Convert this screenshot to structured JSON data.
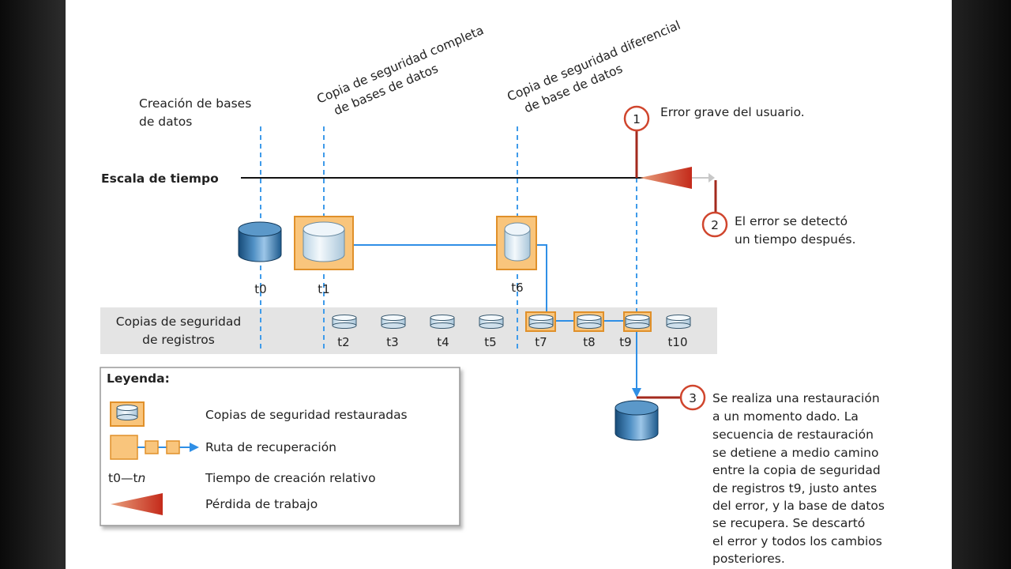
{
  "events": {
    "creation_line1": "Creación de bases",
    "creation_line2": "de datos",
    "full_line1": "Copia de seguridad completa",
    "full_line2": "de bases de datos",
    "diff_line1": "Copia de seguridad diferencial",
    "diff_line2": "de base de datos"
  },
  "timeline_label": "Escala de tiempo",
  "callouts": [
    {
      "num": "1",
      "lines": [
        "Error grave del usuario."
      ]
    },
    {
      "num": "2",
      "lines": [
        "El error se detectó",
        "un tiempo después."
      ]
    },
    {
      "num": "3",
      "lines": [
        "Se realiza una restauración",
        "a un momento dado. La",
        "secuencia de restauración",
        "se detiene a medio camino",
        "entre la copia de seguridad",
        "de registros t9, justo antes",
        "del error, y la base de datos",
        "se recupera. Se descartó",
        "el error y todos los cambios",
        "posteriores."
      ]
    }
  ],
  "db_ticks": [
    "t0",
    "t1",
    "t6"
  ],
  "log_band": {
    "label_line1": "Copias de seguridad",
    "label_line2": "de registros",
    "ticks": [
      "t2",
      "t3",
      "t4",
      "t5",
      "t7",
      "t8",
      "t9",
      "t10"
    ]
  },
  "legend": {
    "title": "Leyenda:",
    "items": [
      "Copias de seguridad restauradas",
      "Ruta de recuperación",
      "Tiempo de creación relativo",
      "Pérdida de trabajo"
    ],
    "time_symbol_prefix": "t0—t",
    "time_symbol_suffix": "n"
  },
  "colors": {
    "highlight_fill": "#f9c57c",
    "highlight_stroke": "#e0902a",
    "path_blue": "#2f8fe6",
    "dashed_blue": "#3f9bea",
    "error_red": "#c23a2a",
    "band_gray": "#e4e4e4"
  }
}
